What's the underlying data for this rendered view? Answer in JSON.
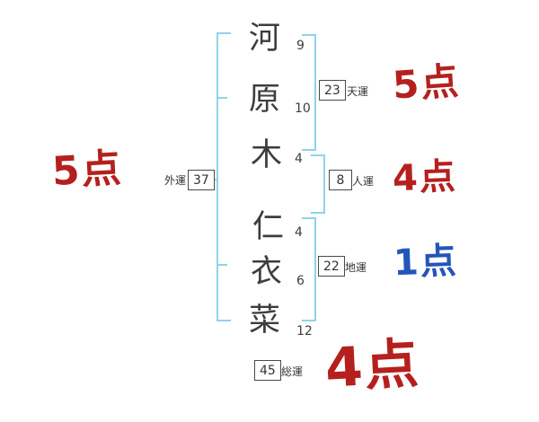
{
  "name_column": {
    "characters": [
      {
        "char": "河",
        "strokes": "9"
      },
      {
        "char": "原",
        "strokes": "10"
      },
      {
        "char": "木",
        "strokes": "4"
      },
      {
        "char": "仁",
        "strokes": "4"
      },
      {
        "char": "衣",
        "strokes": "6"
      },
      {
        "char": "菜",
        "strokes": "12"
      }
    ]
  },
  "fortunes": {
    "outer": {
      "label": "外運",
      "value": "37",
      "score": "5点"
    },
    "heaven": {
      "label": "天運",
      "value": "23",
      "score": "5点"
    },
    "person": {
      "label": "人運",
      "value": "8",
      "score": "4点"
    },
    "earth": {
      "label": "地運",
      "value": "22",
      "score": "1点"
    },
    "total": {
      "label": "総運",
      "value": "45",
      "score": "4点"
    }
  },
  "colors": {
    "bracket_blue": "#8ed4ea",
    "score_red": "#b5201e",
    "score_blue": "#2456b8",
    "ink": "#3d3d3d"
  }
}
